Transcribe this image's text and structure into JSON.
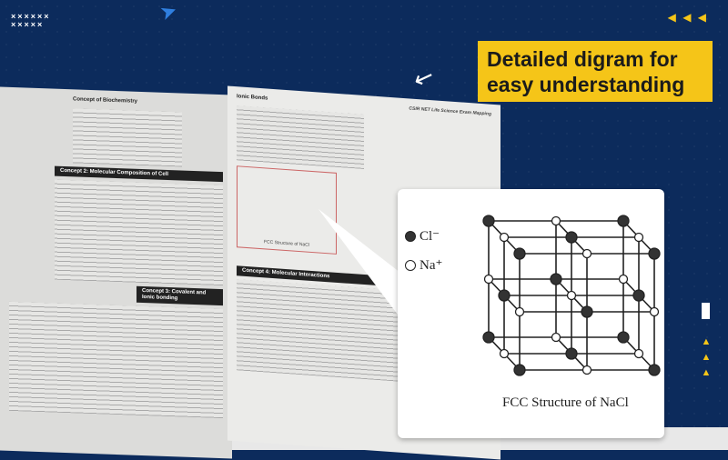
{
  "headline": {
    "line1": "Detailed digram for",
    "line2": "easy understanding"
  },
  "decor": {
    "x_marks": "××××××\n×××××",
    "triangles": "◀ ◀ ◀"
  },
  "book": {
    "left_page": {
      "title": "Concept of Biochemistry",
      "concept2": "Concept 2: Molecular Composition of Cell",
      "concept3": "Concept 3: Covalent and Ionic bonding"
    },
    "right_page": {
      "header": "CSIR NET Life Science Exam Mapping",
      "section": "Ionic Bonds",
      "figure_caption": "FCC Structure of NaCl",
      "concept4": "Concept 4: Molecular Interactions"
    }
  },
  "diagram": {
    "legend": [
      {
        "label": "Cl⁻",
        "color": "#333333"
      },
      {
        "label": "Na⁺",
        "color": "#ffffff"
      }
    ],
    "caption": "FCC Structure of NaCl"
  },
  "colors": {
    "background": "#0c2b5c",
    "accent": "#f5c518"
  }
}
